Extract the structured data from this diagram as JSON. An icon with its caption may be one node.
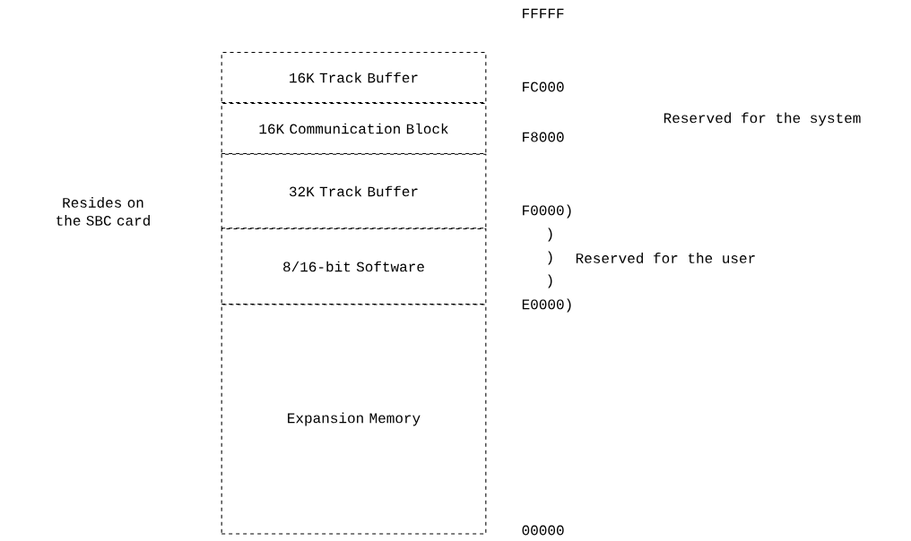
{
  "diagram": {
    "nodes": [
      {
        "text": [
          "16K Track Buffer"
        ]
      },
      {
        "text": [
          "16K Communication Block"
        ]
      },
      {
        "text": [
          "32K Track Buffer"
        ]
      },
      {
        "text": [
          "8/16-bit Software"
        ]
      },
      {
        "text": [
          "Expansion Memory"
        ]
      }
    ],
    "labels": [
      "FFFFF",
      "FC000",
      "F8000",
      "F0000)",
      ")",
      ")",
      ")",
      "E0000)",
      "00000",
      "Resides on the SBC card",
      "Reserved for the system",
      "Reserved for the user"
    ]
  }
}
